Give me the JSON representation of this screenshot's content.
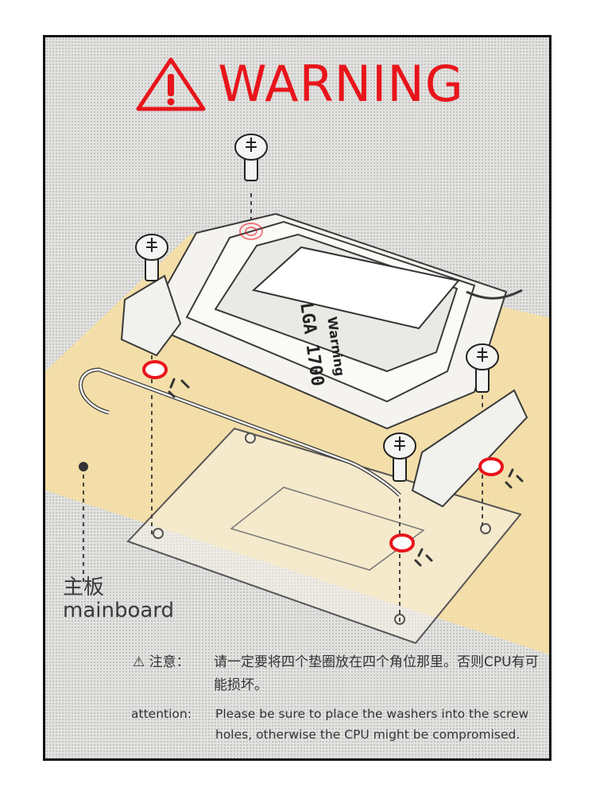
{
  "title": "WARNING",
  "chip": {
    "model": "LGA 1700",
    "label": "Warning"
  },
  "mainboard_label": {
    "cn": "主板",
    "en": "mainboard"
  },
  "note_cn": {
    "head": "注意：",
    "text": "请一定要将四个垫圈放在四个角位那里。否则CPU有可能损坏。"
  },
  "note_en": {
    "head": "attention:",
    "text": "Please be sure to place the washers into the screw holes, otherwise the CPU might be compromised."
  },
  "colors": {
    "accent_red": "#e8141b",
    "board_yellow": "#f6dfa4",
    "outline": "#3a3a3a"
  },
  "icons": [
    "warning-triangle-icon",
    "screw-icon",
    "washer-icon"
  ]
}
